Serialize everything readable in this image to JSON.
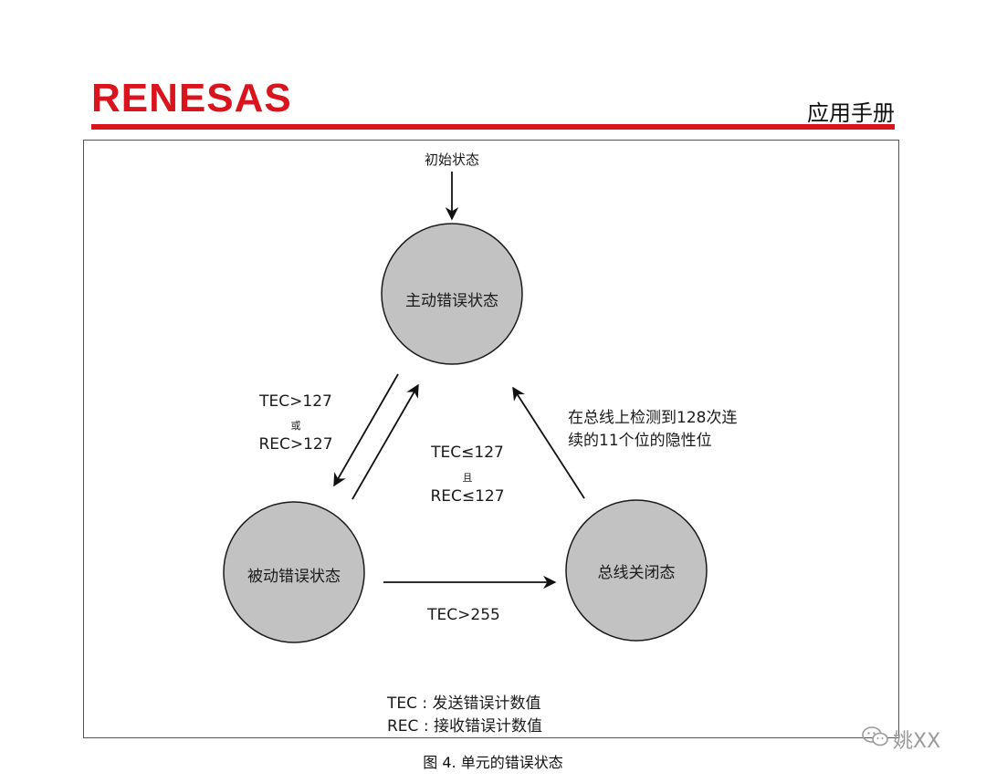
{
  "header": {
    "logo": "RENESAS",
    "title": "应用手册"
  },
  "diagram": {
    "initial_label": "初始状态",
    "states": {
      "active": "主动错误状态",
      "passive": "被动错误状态",
      "busoff": "总线关闭态"
    },
    "transitions": {
      "to_passive_line1": "TEC>127",
      "to_passive_or": "或",
      "to_passive_line2": "REC>127",
      "to_active_line1": "TEC≤127",
      "to_active_and": "且",
      "to_active_line2": "REC≤127",
      "busoff_to_active_line1": "在总线上检测到128次连",
      "busoff_to_active_line2": "续的11个位的隐性位",
      "passive_to_busoff": "TEC>255"
    },
    "legend": {
      "tec": "TEC : 发送错误计数值",
      "rec": "REC : 接收错误计数值"
    },
    "colors": {
      "state_fill": "#c2c2c2",
      "state_stroke": "#1a1a1a",
      "brand_red": "#d9141c"
    }
  },
  "caption": "图 4.    单元的错误状态",
  "watermark": {
    "icon": "wechat-icon",
    "text": "姚XX"
  }
}
